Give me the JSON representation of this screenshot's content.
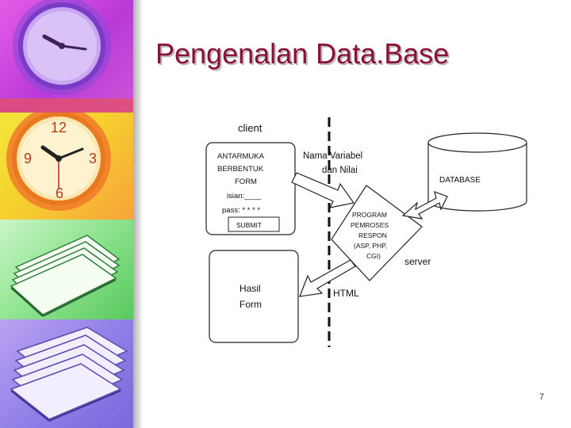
{
  "title": "Pengenalan Data.Base",
  "diagram": {
    "client_label": "client",
    "form_box": {
      "lines": [
        "ANTARMUKA",
        "BERBENTUK",
        "FORM"
      ],
      "isian": "isian:____",
      "pass": "pass: * * * *",
      "submit": "SUBMIT"
    },
    "arrow_request_label": [
      "Nama Variabel",
      "dan Nilai"
    ],
    "program_diamond": [
      "PROGRAM",
      "PEMROSES",
      "RESPON",
      "(ASP, PHP,",
      "CGI)"
    ],
    "server_label": "server",
    "database_label": "DATABASE",
    "html_label": "HTML",
    "result_box": [
      "Hasil",
      "Form"
    ]
  },
  "page_number": "7",
  "colors": {
    "title": "#8b1038",
    "title_shadow": "#b8b8b8"
  },
  "decor_icons": [
    "clock-icon",
    "clock-icon",
    "papers-icon",
    "papers-icon"
  ]
}
